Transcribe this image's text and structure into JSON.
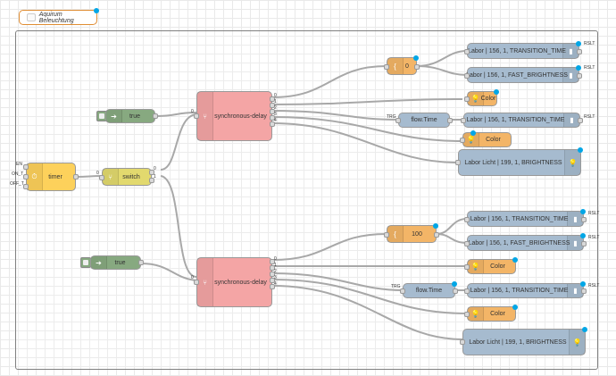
{
  "comment": {
    "text": "Aquirum Beleuchtung"
  },
  "nodes": {
    "inject_top": "true",
    "inject_bottom": "true",
    "sync_top": "synchronous-delay",
    "sync_bottom": "synchronous-delay",
    "timer": "timer",
    "switch": "switch",
    "change_top": "0",
    "change_bottom": "100",
    "color": "Color",
    "flow_time": "flow.Time",
    "knx_transition": "Labor | 156, 1, TRANSITION_TIME",
    "knx_fast": "Labor | 156, 1, FAST_BRIGHTNESS",
    "knx_licht": "Labor Licht | 199, 1, BRIGHTNESS"
  },
  "port_labels": {
    "en": "EN",
    "on_t": "ON_T",
    "off_t": "OFF_T",
    "trg": "TRG",
    "rslt": "RSLT",
    "out": [
      "0",
      "1",
      "2",
      "3",
      "4"
    ],
    "in": "0"
  },
  "icons": {
    "inject": "arrow-right-icon",
    "sync": "split-icon",
    "timer": "timer-icon",
    "switch": "switch-icon",
    "change": "brace-icon",
    "color": "bulb-icon",
    "knx": "plug-icon"
  }
}
